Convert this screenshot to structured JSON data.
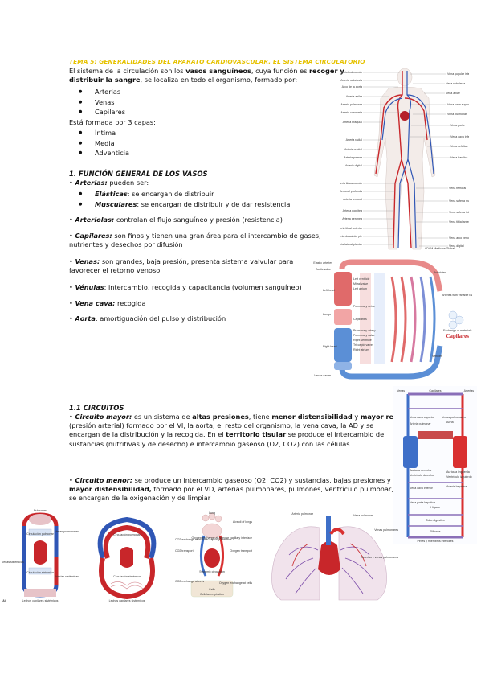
{
  "doc": {
    "title": "TEMA 5: GENERALIDADES DEL APARATO CARDIOVASCULAR. EL SISTEMA CIRCULATORIO",
    "intro": {
      "p1": "El sistema de la circulación son los ",
      "p1_b1": "vasos sanguíneos",
      "p1_2": ", cuya función es ",
      "p1_b2": "recoger y",
      "p2_b": "distribuir la sangre",
      "p2": ", se localiza en todo el organismo, formado por:",
      "items": [
        "Arterias",
        "Venas",
        "Capilares"
      ],
      "layers_intro": "Está formada por 3 capas:",
      "layers": [
        "Íntima",
        "Media",
        "Adventicia"
      ]
    },
    "section1": {
      "heading": "1. FUNCIÓN GENERAL DE LOS VASOS",
      "arterias_label": "Arterias:",
      "arterias_text": " pueden ser:",
      "elasticas_label": "Elásticas",
      "elasticas_text": ": se encargan de distribuir",
      "musculares_label": "Musculares",
      "musculares_text": ": se encargan de distribuir y de dar resistencia",
      "arteriolas_label": "Arteriolas:",
      "arteriolas_text": " controlan el flujo sanguíneo y presión (resistencia)",
      "capilares_label": "Capilares:",
      "capilares_text": " son finos y tienen una gran área para el intercambio de gases,",
      "capilares_text2": "nutrientes y desechos por difusión",
      "venas_label": "Venas:",
      "venas_text": " son grandes, baja presión, presenta sistema valvular para",
      "venas_text2": "favorecer el retorno venoso.",
      "venulas_label": "Vénulas",
      "venulas_text": ": intercambio, recogida y capacitancia (volumen sanguíneo)",
      "venacava_label": "Vena cava:",
      "venacava_text": " recogida",
      "aorta_label": "Aorta",
      "aorta_text": ": amortiguación del pulso y distribución"
    },
    "section11": {
      "heading": "1.1  CIRCUITOS",
      "mayor_label": "Circuito mayor:",
      "mayor_t1": " es un sistema de ",
      "mayor_b1": "altas presiones",
      "mayor_t2": ", tiene ",
      "mayor_b2": "menor distensibilidad",
      "mayor_t3": " y ",
      "mayor_b3": "mayor resistencia",
      "mayor_l2": "(presión arterial) formado por el VI, la aorta, el resto del organismo, la vena cava, la AD y se",
      "mayor_l3_1": "encargan de la distribución y la recogida. En el ",
      "mayor_l3_b": "territorio tisular",
      "mayor_l3_2": " se produce el intercambio de",
      "mayor_l4": "sustancias (nutritivas y de desecho) e intercambio gaseoso (O2, CO2) con las células.",
      "menor_label": "Circuito menor:",
      "menor_t1": " se produce un intercambio gaseoso (O2, CO2) y sustancias, bajas presiones y",
      "menor_b1": "mayor distensibilidad,",
      "menor_t2": " formado por el VD, arterias pulmonares, pulmones, ventrículo pulmonar, AI y",
      "menor_l3": "se encargan de la oxigenación y de limpiar"
    },
    "figures": {
      "body_labels_left": [
        "Arteria vertebral común",
        "Arteria subclavia",
        "Arco de la aorta",
        "Arteria axilar",
        "Arteria pulmonar",
        "Arteria coronaria",
        "Arteria braquial",
        "Arteria radial",
        "Arteria cubital",
        "Arteria palmar",
        "Arteria digital",
        "Arteria ilíaca común",
        "Arteria femoral profunda",
        "Arteria femoral",
        "Arteria poplítea",
        "Arteria peronea",
        "Arteria tibial anterior",
        "Arteria dorsal del pie",
        "Arteria lateral plantar"
      ],
      "body_labels_right": [
        "Vena yugular interna",
        "Vena subclavia",
        "Vena axilar",
        "Vena cava superior",
        "Vena pulmonar",
        "Vena porta",
        "Vena cava inferior",
        "Vena cefálica",
        "Vena basílica",
        "Vena femoral",
        "Vena safena mayor",
        "Vena safena interna",
        "Vena tibial anterior",
        "Vena arco venoso dorsal",
        "Vena digital"
      ],
      "body_watermark": "ADAM Medicina Global",
      "heart_labels": [
        "Elastic arteries",
        "Aortic valve",
        "Left heart",
        "Left ventricle",
        "Mitral valve",
        "Left atrium",
        "Pulmonary veins",
        "Lungs",
        "Capillaries",
        "Pulmonary artery",
        "Pulmonary valve",
        "Right ventricle",
        "Tricuspid valve",
        "Right atrium",
        "Right heart",
        "Venae cavae",
        "Arterioles",
        "Venules",
        "Arteries with variable radius",
        "Exchange of materials with cells"
      ],
      "heart_caption": "Capilares",
      "circuit_labels": [
        "Venas",
        "Capilares",
        "Arterias",
        "Vena cava superior",
        "Arteria pulmonar",
        "Venas pulmonares",
        "Aurícula derecha",
        "Ventrículo derecho",
        "Vena cava inferior",
        "Aorta",
        "Aurícula izquierda",
        "Ventrículo izquierdo",
        "Arteria hepática",
        "Vena porta hepática",
        "Hígado",
        "Tubo digestivo",
        "Riñones",
        "Pelvis y miembros inferiores"
      ],
      "small1_labels": [
        "Pulmones",
        "Venas pulmonares",
        "Circulación pulmonar",
        "Circulación sistémica",
        "Venas sistémicas",
        "Arterias sistémicas",
        "Lechos capilares sistémicos"
      ],
      "small1_tag": "(A)",
      "small2_labels": [
        "Circulación pulmonar",
        "Circulación sistémica",
        "Lechos capilares sistémicos"
      ],
      "small3_labels": [
        "Lung",
        "Alveoli of lungs",
        "CO2 exchange at alveolar capillary interface",
        "Oxygen exchange at alveolar capillary interface",
        "CO2 transport",
        "Oxygen transport",
        "Systemic circulation",
        "CO2 exchange at cells",
        "Cells",
        "Oxygen exchange at cells",
        "Cellular respiration"
      ],
      "lungs_labels": [
        "Arteria pulmonar",
        "Vena pulmonar",
        "Venas pulmonares",
        "Arterias y venas pulmonares"
      ]
    }
  }
}
